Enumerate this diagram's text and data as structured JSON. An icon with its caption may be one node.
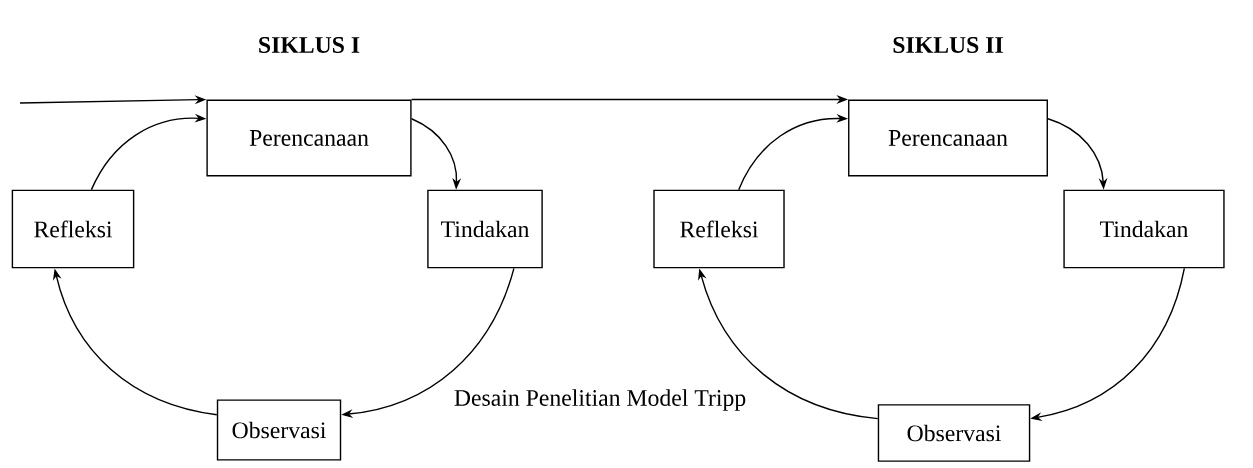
{
  "diagram": {
    "caption": "Desain Penelitian Model Tripp",
    "nodes": [
      {
        "text": [
          "Perencanaan"
        ]
      },
      {
        "text": [
          "Tindakan"
        ]
      },
      {
        "text": [
          "Observasi"
        ]
      },
      {
        "text": [
          "Refleksi"
        ]
      },
      {
        "text": [
          "Perencanaan"
        ]
      },
      {
        "text": [
          "Tindakan"
        ]
      },
      {
        "text": [
          "Observasi"
        ]
      },
      {
        "text": [
          "Refleksi"
        ]
      }
    ],
    "edges": [
      {
        "from": null,
        "to": 0,
        "arrow": "to"
      },
      {
        "from": 0,
        "to": 4,
        "arrow": "to"
      },
      {
        "from": 0,
        "to": 1,
        "arrow": "to"
      },
      {
        "from": 1,
        "to": 2,
        "arrow": "to"
      },
      {
        "from": 2,
        "to": 3,
        "arrow": "to"
      },
      {
        "from": 3,
        "to": 0,
        "arrow": "to"
      },
      {
        "from": 4,
        "to": 5,
        "arrow": "to"
      },
      {
        "from": 5,
        "to": 6,
        "arrow": "to"
      },
      {
        "from": 6,
        "to": 7,
        "arrow": "to"
      },
      {
        "from": 7,
        "to": 4,
        "arrow": "to"
      }
    ],
    "labels": [
      "SIKLUS I",
      "SIKLUS II"
    ]
  }
}
